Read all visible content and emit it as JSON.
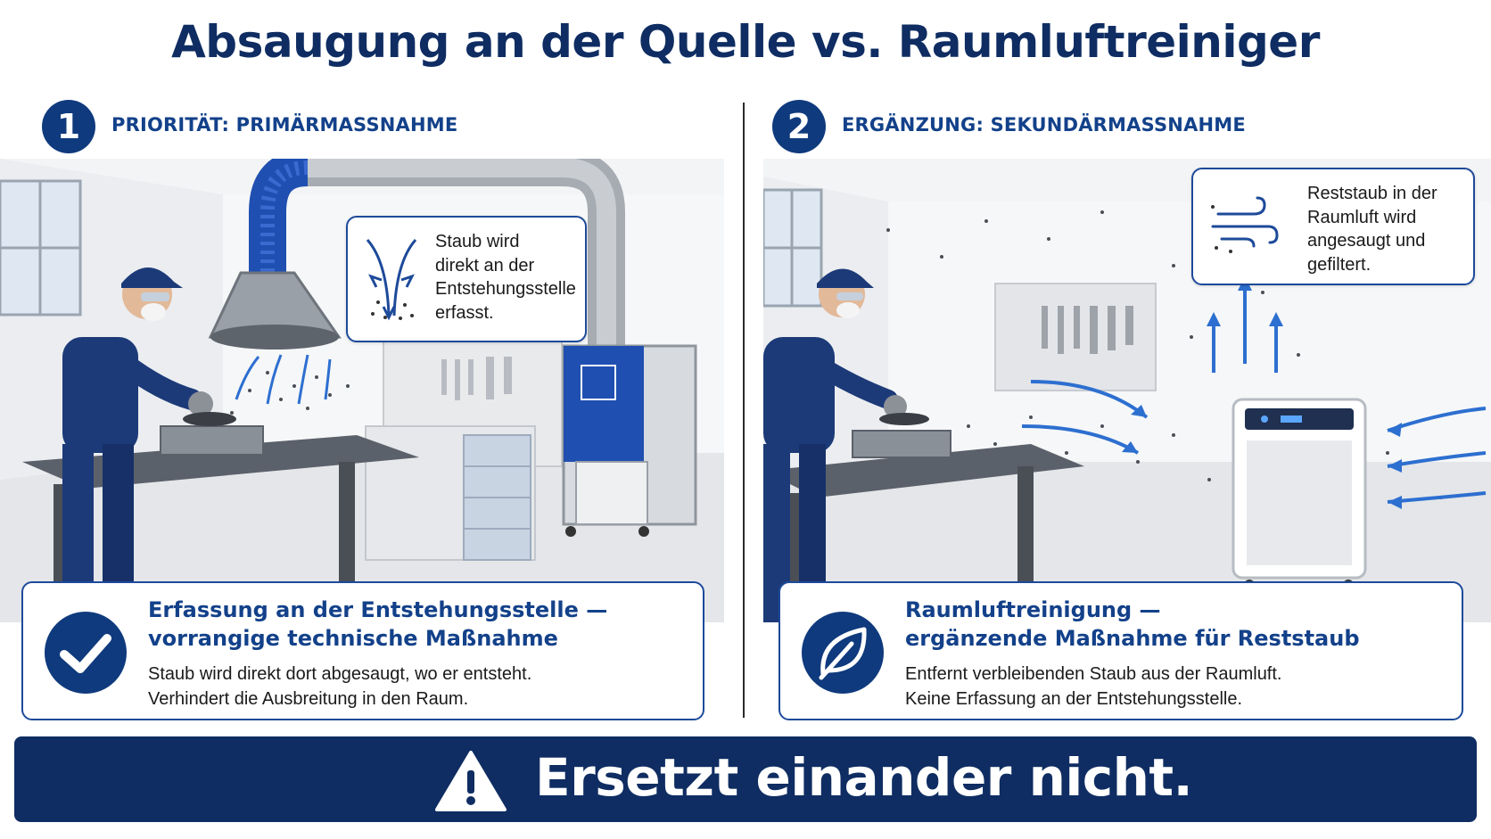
{
  "title": "Absaugung an der Quelle vs. Raumluftreiniger",
  "left": {
    "number": "1",
    "heading": "PRIORITÄT: PRIMÄRMASSNAHME",
    "callout": "Staub wird\ndirekt an der\nEntstehungsstelle\nerfasst.",
    "card_title": "Erfassung an der Entstehungsstelle —\nvorrangige technische Maßnahme",
    "card_line1": "Staub wird direkt dort abgesaugt, wo er entsteht.",
    "card_line2": "Verhindert die Ausbreitung in den Raum.",
    "card_icon": "checkmark-icon"
  },
  "right": {
    "number": "2",
    "heading": "ERGÄNZUNG: SEKUNDÄRMASSNAHME",
    "callout": "Reststaub in der\nRaumluft wird\nangesaugt und\ngefiltert.",
    "card_title": "Raumluftreinigung —\nergänzende Maßnahme für Reststaub",
    "card_line1": "Entfernt verbleibenden Staub aus der Raumluft.",
    "card_line2": "Keine Erfassung an der Entstehungsstelle.",
    "card_icon": "leaf-icon"
  },
  "banner": {
    "text": "Ersetzt einander nicht.",
    "icon": "warning-icon"
  },
  "colors": {
    "navy": "#0f2d62",
    "accent_blue": "#13418a",
    "arrow_blue": "#2d6fd0",
    "hose_blue": "#1f4fb0"
  }
}
